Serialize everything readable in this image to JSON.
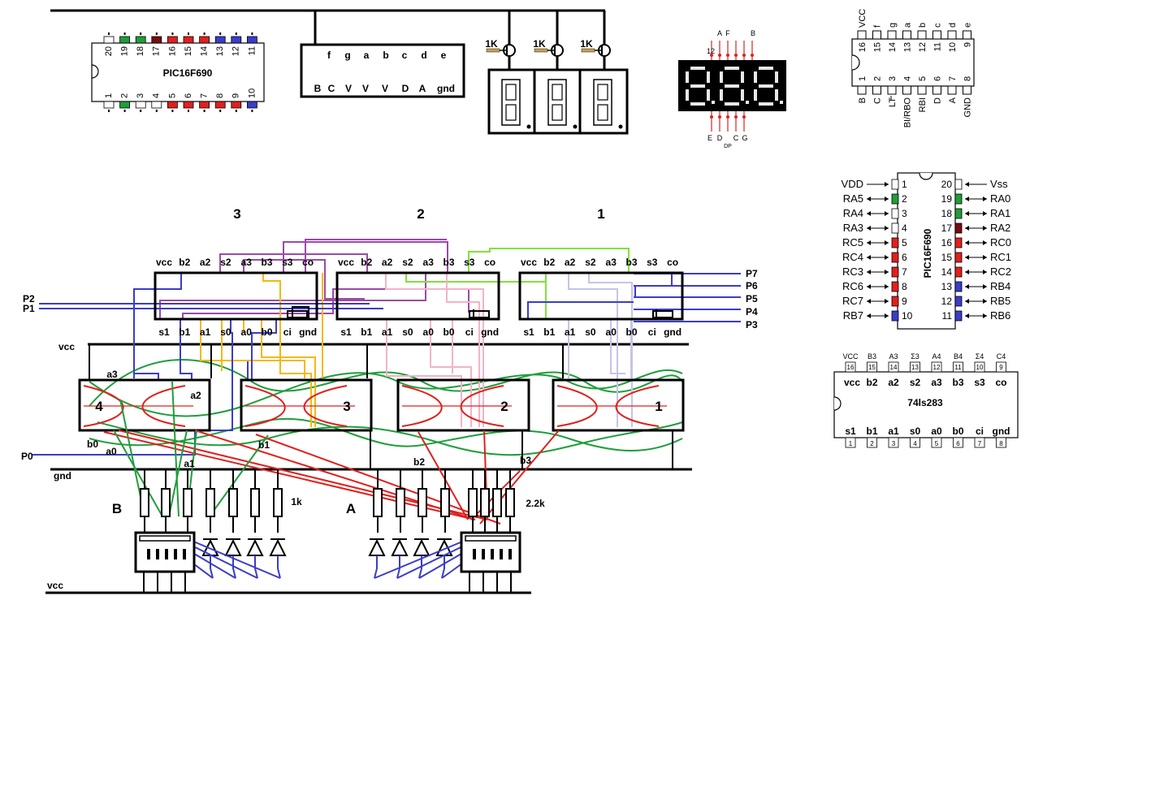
{
  "pic_top": {
    "name": "PIC16F690",
    "top_pins": [
      "20",
      "19",
      "18",
      "17",
      "16",
      "15",
      "14",
      "13",
      "12",
      "11"
    ],
    "bottom_pins": [
      "1",
      "2",
      "3",
      "4",
      "5",
      "6",
      "7",
      "8",
      "9",
      "10"
    ]
  },
  "decoder_box": {
    "top_labels": [
      "f",
      "g",
      "a",
      "b",
      "c",
      "d",
      "e"
    ],
    "bottom_labels": [
      "B",
      "C",
      "V",
      "V",
      "V",
      "D",
      "A",
      "gnd"
    ]
  },
  "transistors": [
    "1K",
    "1K",
    "1K"
  ],
  "display_photo": {
    "top_pins": [
      "12",
      "A",
      "F",
      "B"
    ],
    "bottom_pins": [
      "E",
      "D",
      "C",
      "G"
    ],
    "dp_label": "DP"
  },
  "decoder_chip": {
    "top_names": [
      "VCC",
      "f",
      "g",
      "a",
      "b",
      "c",
      "d",
      "e"
    ],
    "top_pins": [
      "16",
      "15",
      "14",
      "13",
      "12",
      "11",
      "10",
      "9"
    ],
    "bottom_pins": [
      "1",
      "2",
      "3",
      "4",
      "5",
      "6",
      "7",
      "8"
    ],
    "bottom_names": [
      "B",
      "C",
      "LT",
      "BI/RBO",
      "RBI",
      "D",
      "A",
      "GND"
    ]
  },
  "pinout": {
    "chip_name": "PIC16F690",
    "left": [
      {
        "pin": "1",
        "label": "VDD"
      },
      {
        "pin": "2",
        "label": "RA5"
      },
      {
        "pin": "3",
        "label": "RA4"
      },
      {
        "pin": "4",
        "label": "RA3"
      },
      {
        "pin": "5",
        "label": "RC5"
      },
      {
        "pin": "6",
        "label": "RC4"
      },
      {
        "pin": "7",
        "label": "RC3"
      },
      {
        "pin": "8",
        "label": "RC6"
      },
      {
        "pin": "9",
        "label": "RC7"
      },
      {
        "pin": "10",
        "label": "RB7"
      }
    ],
    "right": [
      {
        "pin": "20",
        "label": "Vss"
      },
      {
        "pin": "19",
        "label": "RA0"
      },
      {
        "pin": "18",
        "label": "RA1"
      },
      {
        "pin": "17",
        "label": "RA2"
      },
      {
        "pin": "16",
        "label": "RC0"
      },
      {
        "pin": "15",
        "label": "RC1"
      },
      {
        "pin": "14",
        "label": "RC2"
      },
      {
        "pin": "13",
        "label": "RB4"
      },
      {
        "pin": "12",
        "label": "RB5"
      },
      {
        "pin": "11",
        "label": "RB6"
      }
    ]
  },
  "ic74": {
    "name": "74ls283",
    "top_names": [
      "VCC",
      "B3",
      "A3",
      "Σ3",
      "A4",
      "B4",
      "Σ4",
      "C4"
    ],
    "top_pins": [
      "16",
      "15",
      "14",
      "13",
      "12",
      "11",
      "10",
      "9"
    ],
    "inner_top": [
      "vcc",
      "b2",
      "a2",
      "s2",
      "a3",
      "b3",
      "s3",
      "co"
    ],
    "inner_bottom": [
      "s1",
      "b1",
      "a1",
      "s0",
      "a0",
      "b0",
      "ci",
      "gnd"
    ],
    "bottom_pins": [
      "1",
      "2",
      "3",
      "4",
      "5",
      "6",
      "7",
      "8"
    ]
  },
  "adders": {
    "numbers": [
      "3",
      "2",
      "1"
    ],
    "top_labels": [
      "vcc",
      "b2",
      "a2",
      "s2",
      "a3",
      "b3",
      "s3",
      "co"
    ],
    "bottom_labels": [
      "s1",
      "b1",
      "a1",
      "s0",
      "a0",
      "b0",
      "ci",
      "gnd"
    ]
  },
  "ports": {
    "right": [
      "P7",
      "P6",
      "P5",
      "P4",
      "P3"
    ],
    "left": [
      "P2",
      "P1"
    ],
    "p0": "P0"
  },
  "rails": {
    "vcc_mid": "vcc",
    "gnd": "gnd",
    "vcc_bottom": "vcc"
  },
  "digit_blocks": [
    "4",
    "3",
    "2",
    "1"
  ],
  "wire_labels": {
    "a3": "a3",
    "a2": "a2",
    "b0": "b0",
    "a0": "a0",
    "a1": "a1",
    "b1": "b1",
    "b2": "b2",
    "b3": "b3"
  },
  "resistor_labels": {
    "left": "1k",
    "right": "2.2k"
  },
  "group_labels": {
    "B": "B",
    "A": "A"
  },
  "colors": {
    "green": "#1f9e3a",
    "red": "#e0201e",
    "darkred": "#7a0b10",
    "blue": "#3a3dc8",
    "purple": "#9b4aa8",
    "yellow": "#f5b80f",
    "pink": "#f3b3c9",
    "lime": "#7ee33a",
    "lavender": "#c7c3e8"
  }
}
